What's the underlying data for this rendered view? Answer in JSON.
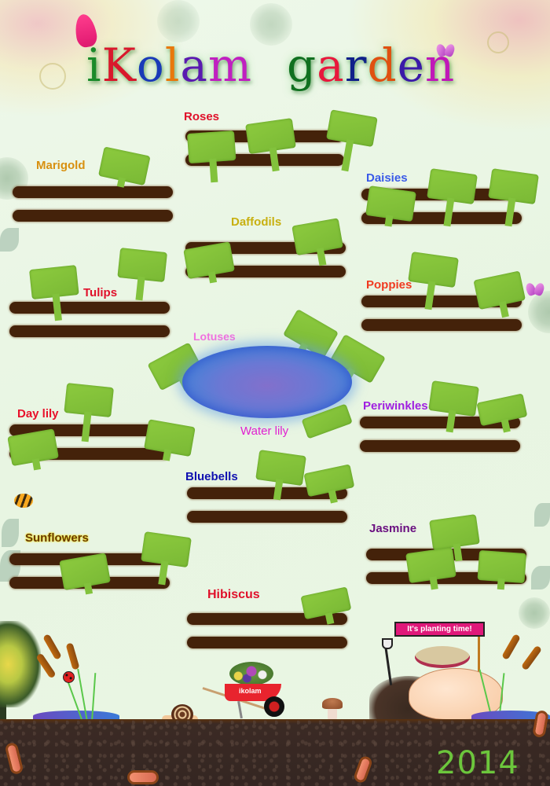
{
  "title": {
    "letters": [
      {
        "ch": "i",
        "color": "#1a8a2a"
      },
      {
        "ch": "K",
        "color": "#d9182c"
      },
      {
        "ch": "o",
        "color": "#1a3ab8"
      },
      {
        "ch": "l",
        "color": "#e8780c"
      },
      {
        "ch": "a",
        "color": "#5a1ab0"
      },
      {
        "ch": "m",
        "color": "#c020c0"
      },
      {
        "ch": "g",
        "color": "#107020"
      },
      {
        "ch": "a",
        "color": "#e8183c"
      },
      {
        "ch": "r",
        "color": "#10208a"
      },
      {
        "ch": "d",
        "color": "#e05010"
      },
      {
        "ch": "e",
        "color": "#3a1aa8"
      },
      {
        "ch": "n",
        "color": "#c018b8"
      }
    ],
    "text": "iKolam garden"
  },
  "beds": [
    {
      "name": "Roses",
      "color": "#e0102a"
    },
    {
      "name": "Marigold",
      "color": "#d89010"
    },
    {
      "name": "Daisies",
      "color": "#3a5ae8"
    },
    {
      "name": "Daffodils",
      "color": "#c8b010"
    },
    {
      "name": "Tulips",
      "color": "#e0102a"
    },
    {
      "name": "Poppies",
      "color": "#f03a20"
    },
    {
      "name": "Lotuses",
      "color": "#f070e0"
    },
    {
      "name": "Water lily",
      "color": "#e020d0"
    },
    {
      "name": "Day lily",
      "color": "#e8102a"
    },
    {
      "name": "Periwinkles",
      "color": "#a020e0"
    },
    {
      "name": "Bluebells",
      "color": "#1010b0"
    },
    {
      "name": "Sunflowers",
      "color": "#6a3a00"
    },
    {
      "name": "Jasmine",
      "color": "#6a1080"
    },
    {
      "name": "Hibiscus",
      "color": "#e0102a"
    }
  ],
  "planting_sign": "It's planting time!",
  "wheelbarrow_label": "ikolam",
  "year": "2014",
  "colors": {
    "background": "#eaf6e4",
    "soil_row": "#44220a",
    "sign_green": "#84c43c",
    "year_green": "#6cc63c",
    "sign_pink": "#e0187a"
  }
}
